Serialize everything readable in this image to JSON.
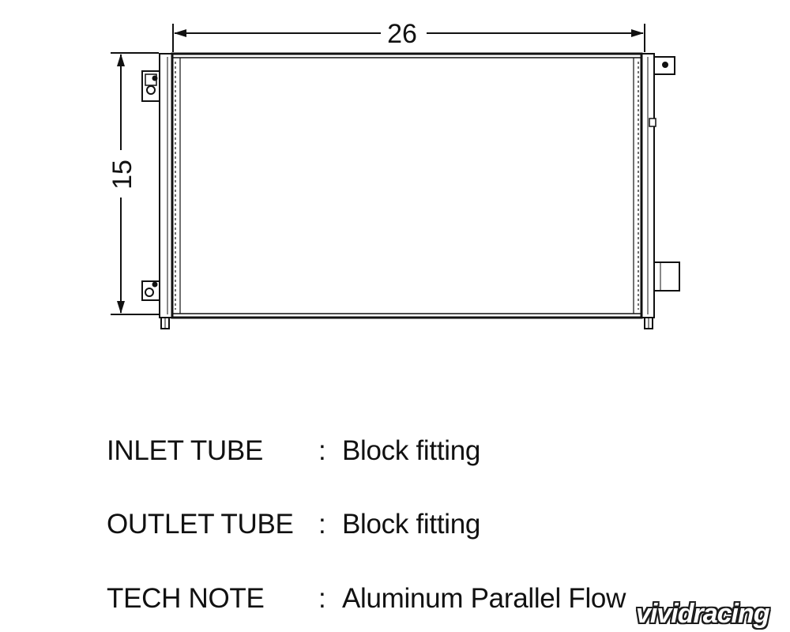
{
  "dimensions": {
    "width": "26",
    "height": "15"
  },
  "specs": [
    {
      "label": "INLET TUBE",
      "colon": ":",
      "value": "Block fitting"
    },
    {
      "label": "OUTLET TUBE",
      "colon": ":",
      "value": "Block fitting"
    },
    {
      "label": "TECH NOTE",
      "colon": ":",
      "value": "Aluminum Parallel Flow"
    }
  ],
  "watermark": "vividracing",
  "colors": {
    "line": "#111111",
    "background": "#ffffff"
  }
}
